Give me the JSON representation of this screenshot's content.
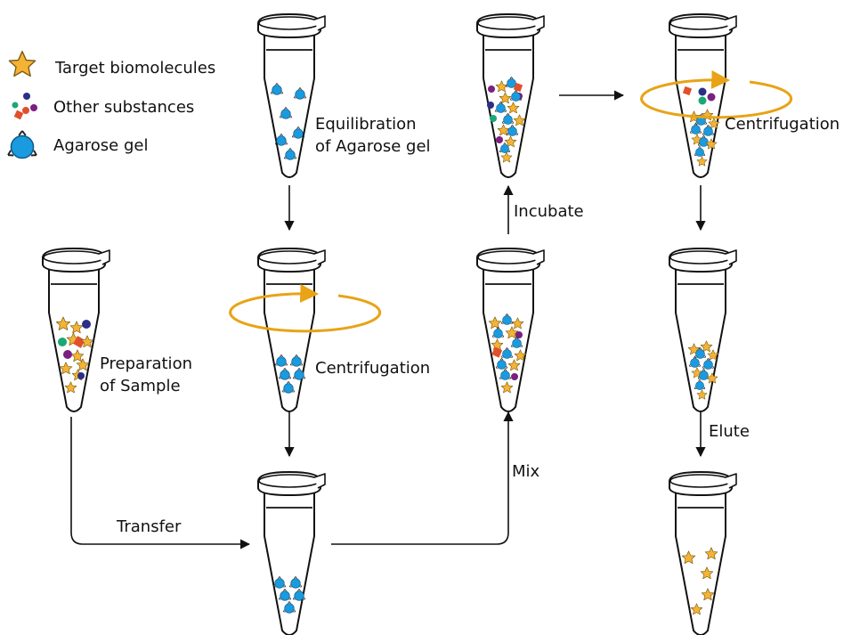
{
  "legend": {
    "target": "Target biomolecules",
    "other": "Other substances",
    "agarose": "Agarose gel"
  },
  "steps": {
    "equilibration_line1": "Equilibration",
    "equilibration_line2": "of Agarose gel",
    "centrifugation_1": "Centrifugation",
    "preparation_line1": "Preparation",
    "preparation_line2": "of Sample",
    "transfer": "Transfer",
    "mix": "Mix",
    "incubate": "Incubate",
    "centrifugation_2": "Centrifugation",
    "elute": "Elute"
  },
  "colors": {
    "target": "#f5b335",
    "agarose": "#1a9be0",
    "spin": "#e8a317",
    "other": [
      "#2b2f86",
      "#7b1f80",
      "#19a974",
      "#e0502c"
    ]
  }
}
